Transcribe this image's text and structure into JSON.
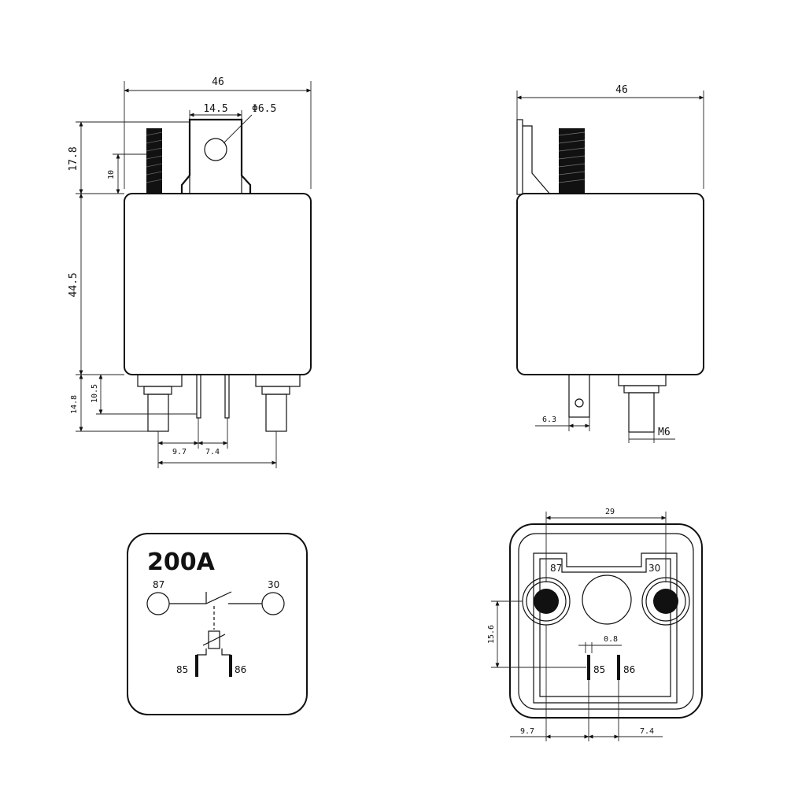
{
  "front_view": {
    "width": "46",
    "lug_width": "14.5",
    "hole_dia": "Φ6.5",
    "top_height": "17.8",
    "thread_height": "10",
    "body_height": "44.5",
    "pin_height": "14.8",
    "pin_small_height": "10.5",
    "pin_gap_a": "9.7",
    "pin_gap_b": "7.4"
  },
  "side_view": {
    "width": "46",
    "tab_width": "6.3",
    "stud_size": "M6"
  },
  "symbol": {
    "rating": "200A",
    "terminal_87": "87",
    "terminal_30": "30",
    "terminal_85": "85",
    "terminal_86": "86"
  },
  "bottom_view": {
    "spacing": "29",
    "terminal_87": "87",
    "terminal_30": "30",
    "terminal_85": "85",
    "terminal_86": "86",
    "vert_dim": "15.6",
    "coil_gap": "0.8",
    "bot_left": "9.7",
    "bot_right": "7.4"
  }
}
